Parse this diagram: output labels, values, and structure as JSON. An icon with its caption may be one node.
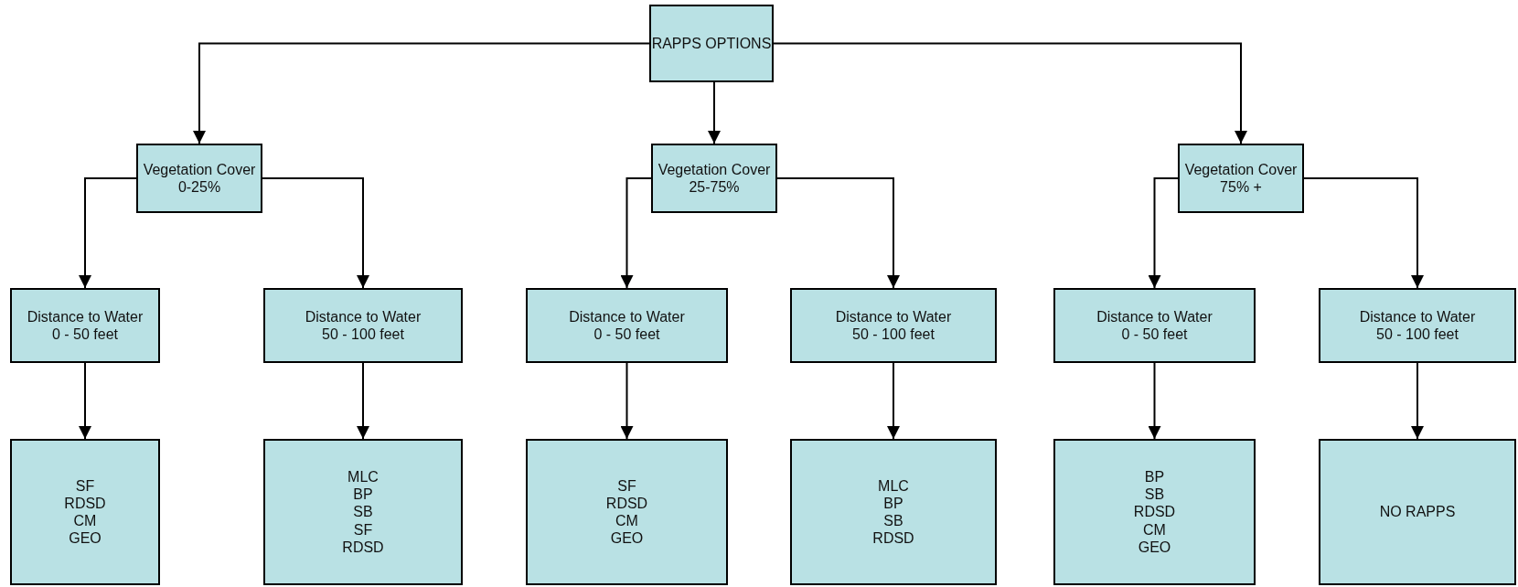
{
  "diagram": {
    "nodes": [
      {
        "text": [
          "RAPPS OPTIONS"
        ]
      },
      {
        "text": [
          "Vegetation Cover",
          "0-25%"
        ]
      },
      {
        "text": [
          "Vegetation Cover",
          "25-75%"
        ]
      },
      {
        "text": [
          "Vegetation Cover",
          "75% +"
        ]
      },
      {
        "text": [
          "Distance to Water",
          "0 - 50 feet"
        ]
      },
      {
        "text": [
          "Distance to Water",
          "50 - 100 feet"
        ]
      },
      {
        "text": [
          "Distance to Water",
          "0 - 50 feet"
        ]
      },
      {
        "text": [
          "Distance to Water",
          "50 - 100 feet"
        ]
      },
      {
        "text": [
          "Distance to Water",
          "0 - 50 feet"
        ]
      },
      {
        "text": [
          "Distance to Water",
          "50 - 100 feet"
        ]
      },
      {
        "text": [
          "SF",
          "RDSD",
          "CM",
          "GEO"
        ]
      },
      {
        "text": [
          "MLC",
          "BP",
          "SB",
          "SF",
          "RDSD"
        ]
      },
      {
        "text": [
          "SF",
          "RDSD",
          "CM",
          "GEO"
        ]
      },
      {
        "text": [
          "MLC",
          "BP",
          "SB",
          "RDSD"
        ]
      },
      {
        "text": [
          "BP",
          "SB",
          "RDSD",
          "CM",
          "GEO"
        ]
      },
      {
        "text": [
          "NO RAPPS"
        ]
      }
    ],
    "edges": [
      {
        "from": 0,
        "to": 1,
        "arrow": "to"
      },
      {
        "from": 0,
        "to": 2,
        "arrow": "to"
      },
      {
        "from": 0,
        "to": 3,
        "arrow": "to"
      },
      {
        "from": 1,
        "to": 4,
        "arrow": "to"
      },
      {
        "from": 1,
        "to": 5,
        "arrow": "to"
      },
      {
        "from": 2,
        "to": 6,
        "arrow": "to"
      },
      {
        "from": 2,
        "to": 7,
        "arrow": "to"
      },
      {
        "from": 3,
        "to": 8,
        "arrow": "to"
      },
      {
        "from": 3,
        "to": 9,
        "arrow": "to"
      },
      {
        "from": 4,
        "to": 10,
        "arrow": "to"
      },
      {
        "from": 5,
        "to": 11,
        "arrow": "to"
      },
      {
        "from": 6,
        "to": 12,
        "arrow": "to"
      },
      {
        "from": 7,
        "to": 13,
        "arrow": "to"
      },
      {
        "from": 8,
        "to": 14,
        "arrow": "to"
      },
      {
        "from": 9,
        "to": 15,
        "arrow": "to"
      }
    ]
  }
}
